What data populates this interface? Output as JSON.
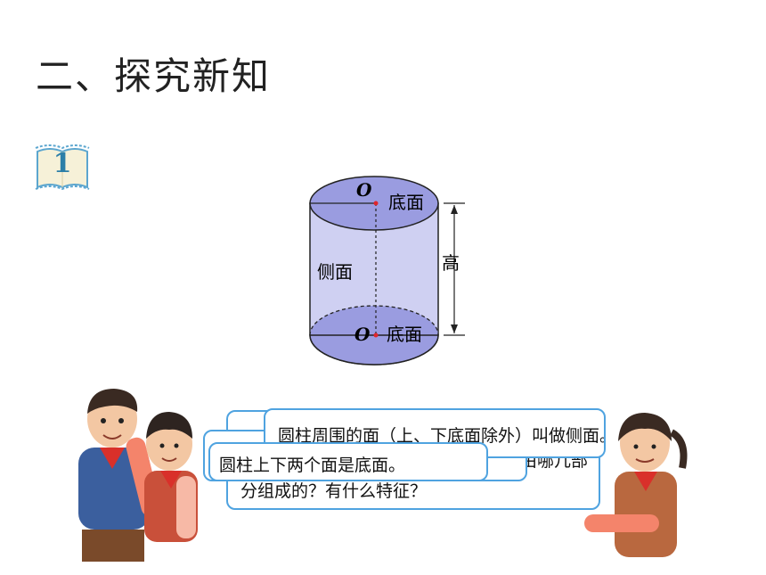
{
  "title": "二、探究新知",
  "badge": {
    "number": "1"
  },
  "diagram": {
    "top_center": "O",
    "top_label": "底面",
    "side_label": "侧面",
    "height_label": "高",
    "bottom_center": "O",
    "bottom_label": "底面"
  },
  "bubbles": {
    "question_line1": "圆柱由哪几部",
    "question_line2": "分组成的？有什么特征？",
    "side_desc": "圆柱周围的面（上、下底面除外）叫做侧面。",
    "bases": "圆柱上下两个面是底面。"
  },
  "colors": {
    "cylinder_fill": "#cfd0f2",
    "base_fill": "#9a9ce0",
    "bubble_border": "#4fa3e0",
    "center_dot": "#e0262c",
    "badge_text": "#2c7fa8"
  }
}
